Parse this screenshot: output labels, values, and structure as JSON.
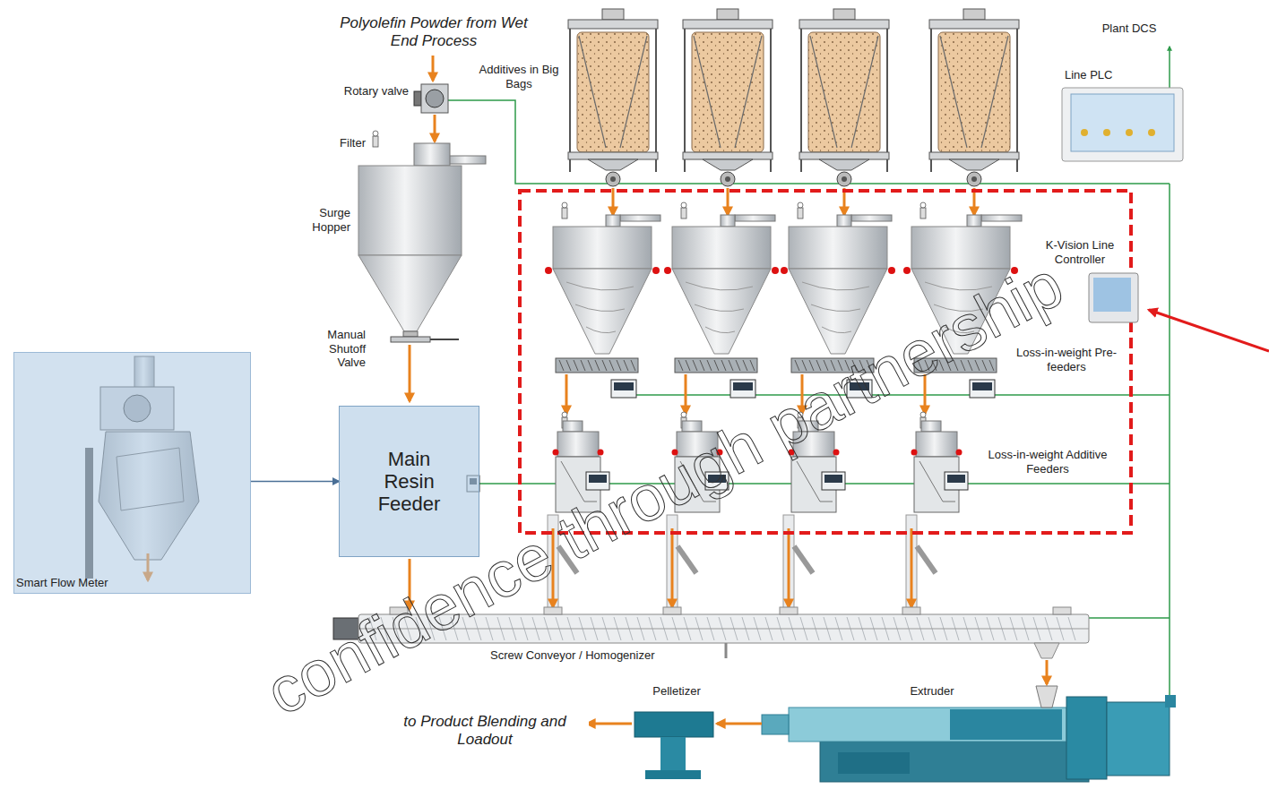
{
  "diagram": {
    "nodes": [
      {
        "text": [
          "Smart Flow Meter"
        ]
      },
      {
        "text": [
          "Main Resin Feeder"
        ]
      }
    ],
    "edges": [
      {
        "from": 0,
        "to": 1,
        "arrow": "to"
      }
    ],
    "labels": [
      "Polyolefin Powder from Wet End Process",
      "Rotary valve",
      "Filter",
      "Surge Hopper",
      "Manual Shutoff Valve",
      "Additives in Big Bags",
      "Plant DCS",
      "Line PLC",
      "K-Vision Line Controller",
      "Loss-in-weight Pre-feeders",
      "Loss-in-weight Additive Feeders",
      "Screw Conveyor / Homogenizer",
      "Pelletizer",
      "Extruder",
      "to Product Blending and Loadout",
      "confidence through partnership"
    ]
  }
}
